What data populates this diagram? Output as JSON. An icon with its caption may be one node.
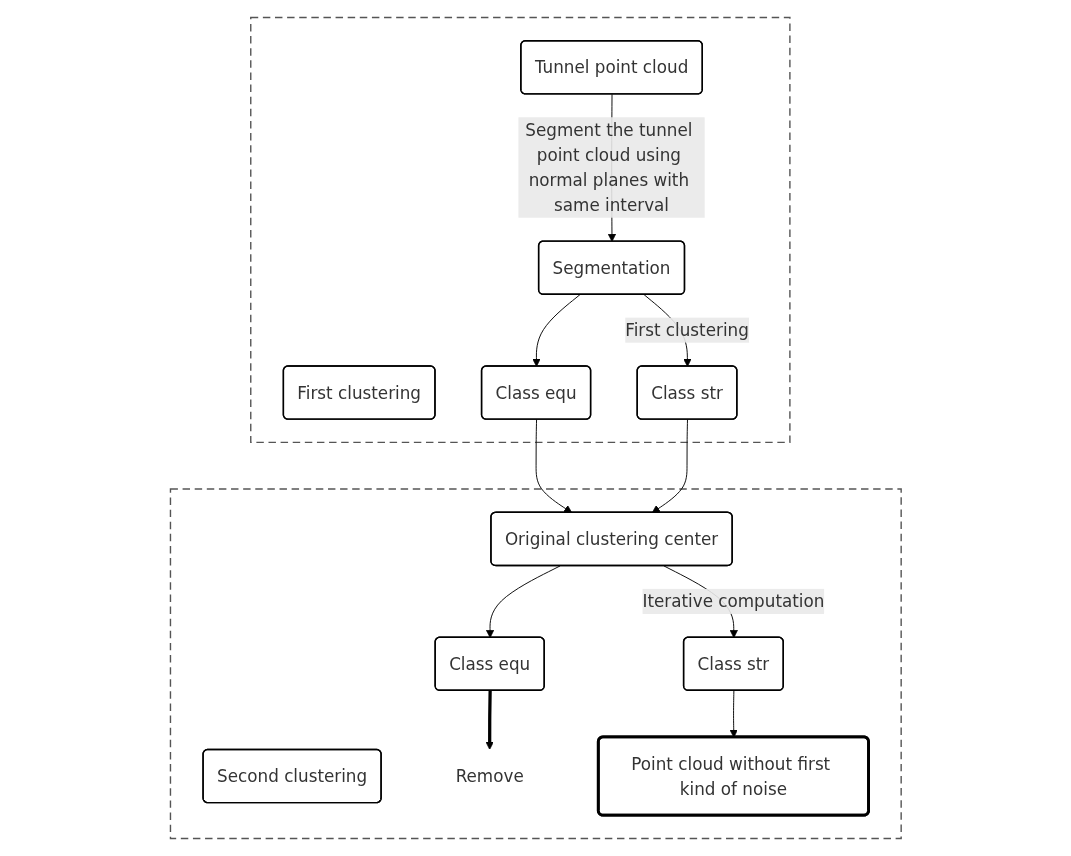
{
  "diagram": {
    "nodes": [
      {
        "text": [],
        "shape": "box"
      },
      {
        "text": [
          "Tunnel point cloud"
        ],
        "in": 0
      },
      {
        "text": [
          "First clustering"
        ],
        "in": 0
      },
      {
        "text": [
          "Segmentation"
        ],
        "in": 0
      },
      {
        "text": [
          "Class equ"
        ],
        "in": 0
      },
      {
        "text": [
          "Class str"
        ],
        "in": 0
      },
      {
        "text": [],
        "shape": "box"
      },
      {
        "text": [
          "Original clustering center"
        ],
        "in": 6
      },
      {
        "text": [
          "Second clustering"
        ],
        "in": 6
      },
      {
        "text": [
          "Remove"
        ],
        "in": 6
      },
      {
        "text": [
          "Class equ"
        ],
        "in": 6
      },
      {
        "text": [
          "Class str"
        ],
        "in": 6
      },
      {
        "text": [
          "Point cloud without first kind of noise"
        ],
        "in": 6
      }
    ],
    "edges": [
      {
        "from": 1,
        "to": 3,
        "arrow": "to",
        "label": "Segment the tunnel point cloud using normal planes with same interval"
      },
      {
        "from": 3,
        "to": 4,
        "arrow": "to"
      },
      {
        "from": 3,
        "to": 5,
        "arrow": "to",
        "label": "First clustering"
      },
      {
        "from": 4,
        "to": 7,
        "arrow": "to"
      },
      {
        "from": 5,
        "to": 7,
        "arrow": "to"
      },
      {
        "from": 7,
        "to": 10,
        "arrow": "to"
      },
      {
        "from": 7,
        "to": 11,
        "arrow": "to",
        "label": "Iterative computation"
      },
      {
        "from": 10,
        "to": 9,
        "arrow": "to",
        "style": "thick"
      },
      {
        "from": 11,
        "to": 12,
        "arrow": "to"
      }
    ]
  }
}
